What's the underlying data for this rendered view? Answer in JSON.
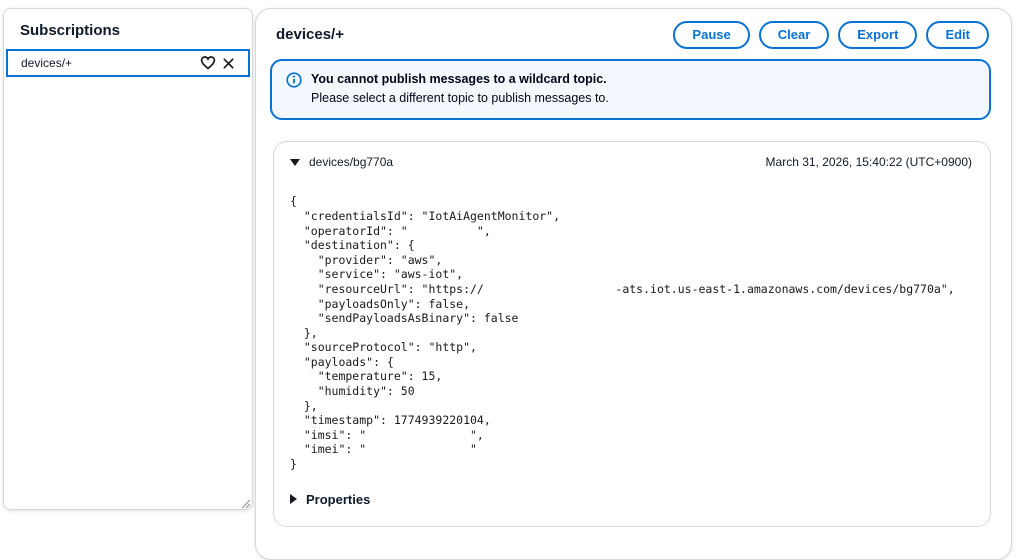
{
  "sidebar": {
    "title": "Subscriptions",
    "items": [
      {
        "label": "devices/+",
        "selected": true
      }
    ]
  },
  "main": {
    "title": "devices/+",
    "buttons": [
      {
        "label": "Pause"
      },
      {
        "label": "Clear"
      },
      {
        "label": "Export"
      },
      {
        "label": "Edit"
      }
    ],
    "banner": {
      "heading": "You cannot publish messages to a wildcard topic.",
      "body": "Please select a different topic to publish messages to."
    },
    "message": {
      "topic": "devices/bg770a",
      "timestamp": "March 31, 2026, 15:40:22 (UTC+0900)",
      "payload_json": "{\n  \"credentialsId\": \"IotAiAgentMonitor\",\n  \"operatorId\": \"          \",\n  \"destination\": {\n    \"provider\": \"aws\",\n    \"service\": \"aws-iot\",\n    \"resourceUrl\": \"https://                   -ats.iot.us-east-1.amazonaws.com/devices/bg770a\",\n    \"payloadsOnly\": false,\n    \"sendPayloadsAsBinary\": false\n  },\n  \"sourceProtocol\": \"http\",\n  \"payloads\": {\n    \"temperature\": 15,\n    \"humidity\": 50\n  },\n  \"timestamp\": 1774939220104,\n  \"imsi\": \"               \",\n  \"imei\": \"               \"\n}",
      "properties_label": "Properties"
    }
  },
  "colors": {
    "accent": "#0972d3",
    "banner_bg": "#f2f8fd",
    "border": "#d5d9d9",
    "text": "#0f1b2a"
  }
}
